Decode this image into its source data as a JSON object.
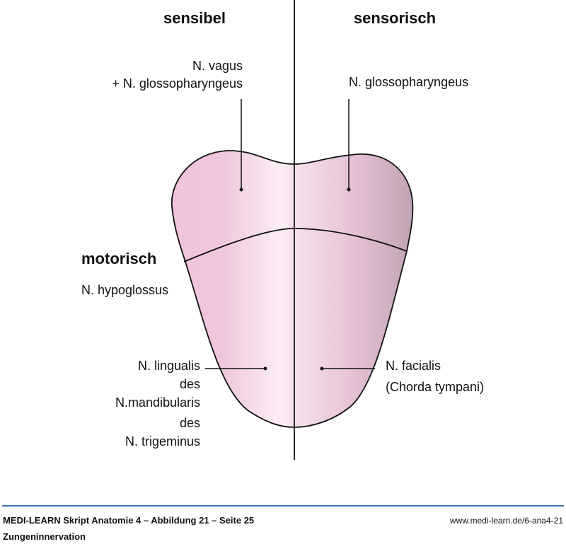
{
  "headings": {
    "sensibel": "sensibel",
    "sensorisch": "sensorisch",
    "motorisch": "motorisch"
  },
  "labels": {
    "vagus_line1": "N. vagus",
    "vagus_line2": "+ N. glossopharyngeus",
    "glosso_right": "N. glossopharyngeus",
    "hypoglossus": "N. hypoglossus",
    "lingualis": [
      "N. lingualis",
      "des",
      "N.mandibularis",
      "des",
      "N. trigeminus"
    ],
    "facialis": [
      "N. facialis",
      "(Chorda tympani)"
    ]
  },
  "footer": {
    "title": "MEDI-LEARN Skript Anatomie 4 – Abbildung 21 – Seite 25",
    "subtitle": "Zungeninnervation",
    "url": "www.medi-learn.de/6-ana4-21"
  },
  "colors": {
    "tongue_left": "#efc3dc",
    "tongue_center": "#fbeef5",
    "tongue_right_edge": "#bfa3b3",
    "footer_rule": "#1f5fa8"
  }
}
